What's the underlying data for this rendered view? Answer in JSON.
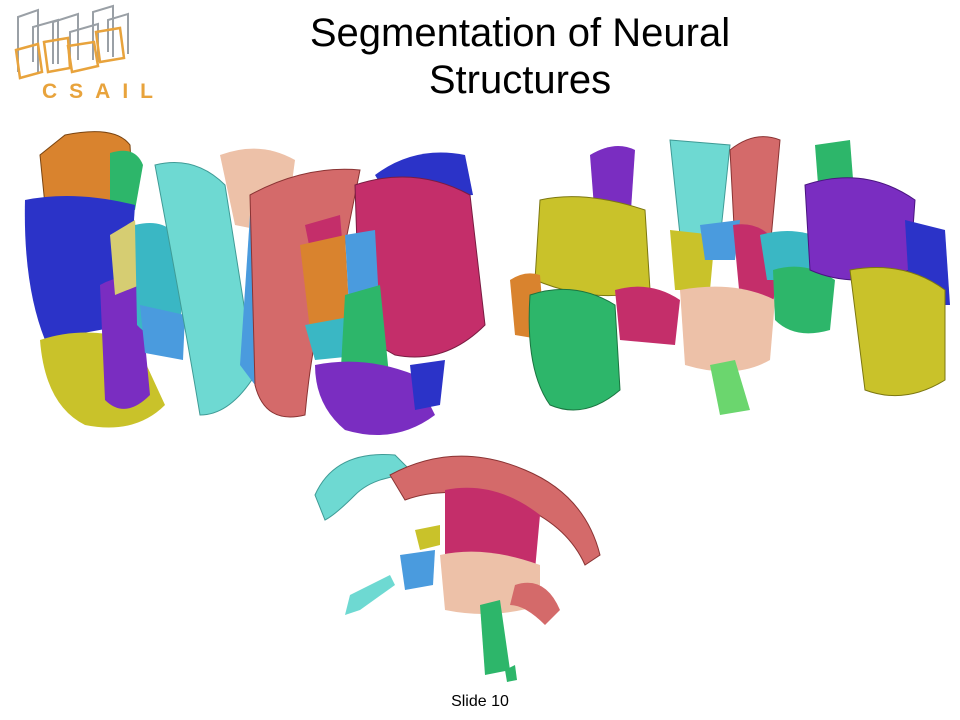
{
  "slide": {
    "logo_text": "CSAIL",
    "title_line1": "Segmentation of Neural",
    "title_line2": "Structures",
    "footer": "Slide 10"
  },
  "colors": {
    "logo": "#E8A33C",
    "logo_outline": "#9aa0a6",
    "blue": "#2B33C8",
    "orange": "#D9832E",
    "green": "#2DB66A",
    "purple": "#7A2DC1",
    "olive": "#C9C22A",
    "cyan": "#6ED9D2",
    "salmon": "#D46A6A",
    "magenta": "#C42E6A",
    "peach": "#EDC1A8",
    "lightblue": "#4A9BDE",
    "teal": "#3AB7C4"
  }
}
